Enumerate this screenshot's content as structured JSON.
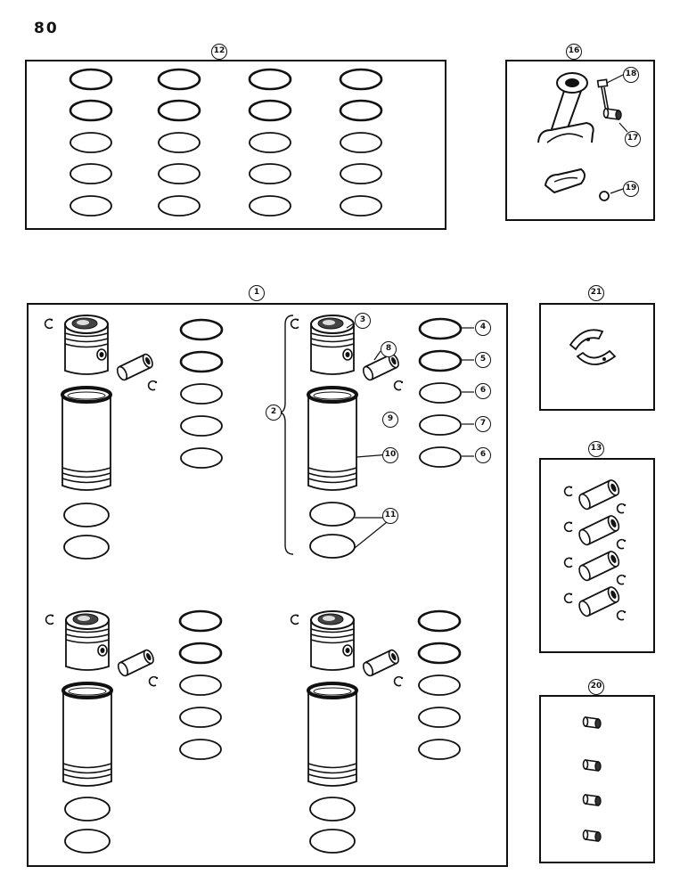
{
  "page_number": "80",
  "callouts": {
    "c1": "1",
    "c2": "2",
    "c3": "3",
    "c4": "4",
    "c5": "5",
    "c6a": "6",
    "c6b": "6",
    "c7": "7",
    "c8": "8",
    "c9": "9",
    "c10": "10",
    "c11": "11",
    "c12": "12",
    "c13": "13",
    "c16": "16",
    "c17": "17",
    "c18": "18",
    "c19": "19",
    "c20": "20",
    "c21": "21"
  },
  "colors": {
    "ink": "#111111",
    "paper": "#ffffff"
  }
}
